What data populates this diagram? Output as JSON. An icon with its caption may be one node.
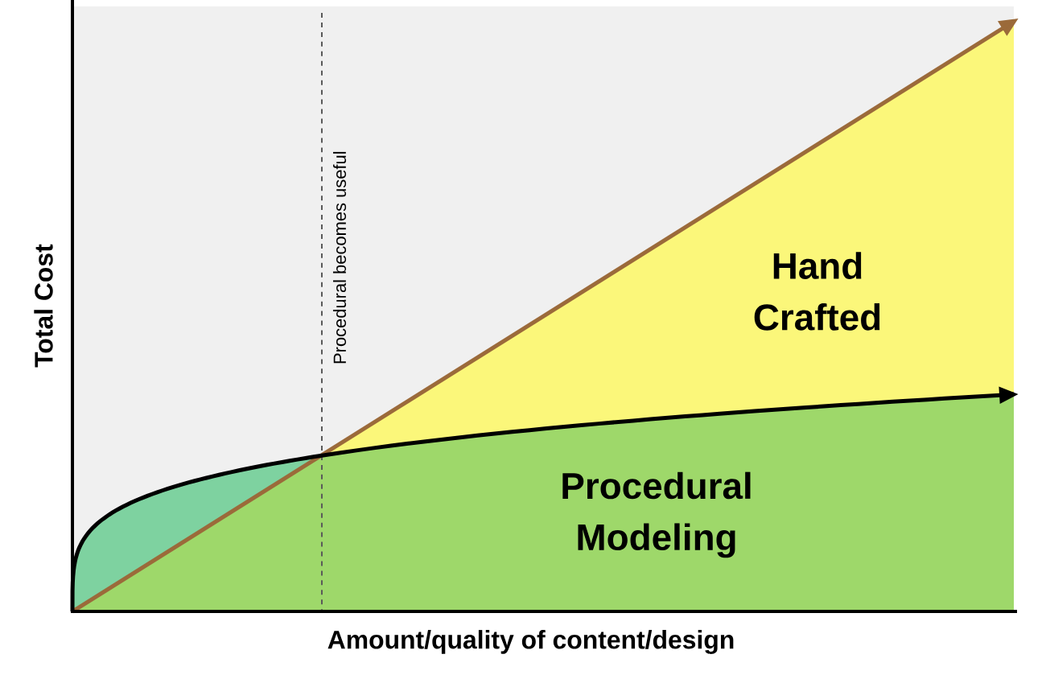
{
  "diagram": {
    "labels": [
      "Total Cost",
      "Procedural becomes useful",
      "Hand Crafted",
      "Procedural Modeling",
      "Amount/quality of content/design"
    ]
  }
}
